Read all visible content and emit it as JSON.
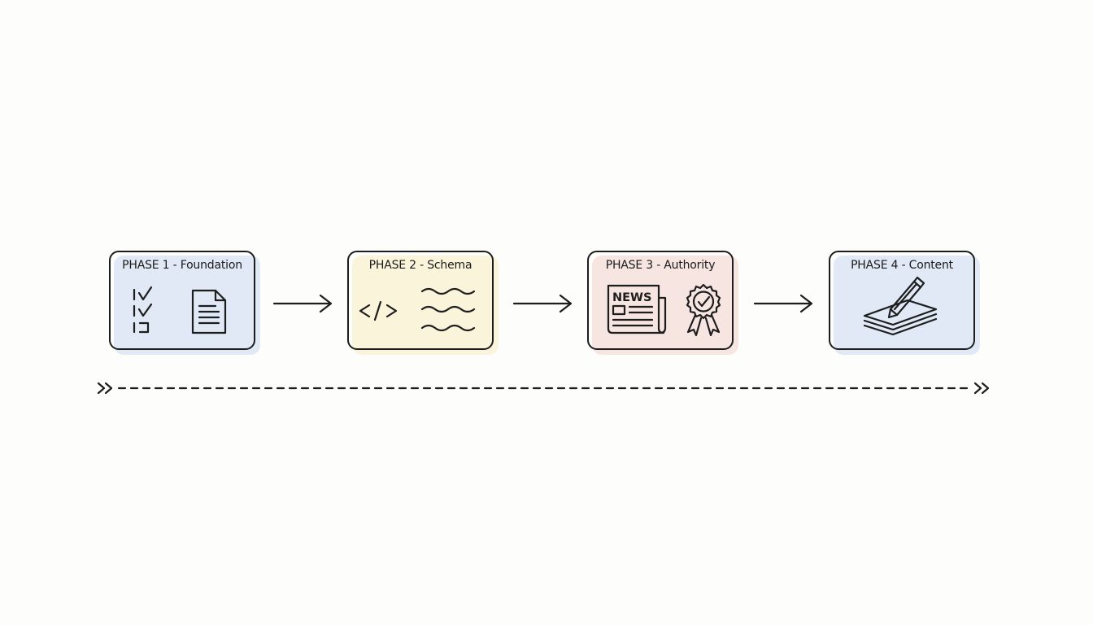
{
  "phases": [
    {
      "label": "PHASE 1 - Foundation",
      "color": "#c9d9ee",
      "icons": [
        "checklist-icon",
        "document-icon"
      ]
    },
    {
      "label": "PHASE 2 - Schema",
      "color": "#f8ecc0",
      "icons": [
        "code-icon",
        "wavy-lines-icon"
      ]
    },
    {
      "label": "PHASE 3 - Authority",
      "color": "#f2d2cc",
      "icons": [
        "newspaper-icon",
        "award-badge-icon"
      ]
    },
    {
      "label": "PHASE 4 - Content",
      "color": "#c9d9ee",
      "icons": [
        "pencil-paper-stack-icon"
      ]
    }
  ],
  "newspaper_text": "NEWS",
  "connectors": [
    "arrow",
    "arrow",
    "arrow"
  ],
  "timeline": {
    "style": "dashed",
    "direction": "left-to-right"
  },
  "stroke_color": "#1d1d1d"
}
